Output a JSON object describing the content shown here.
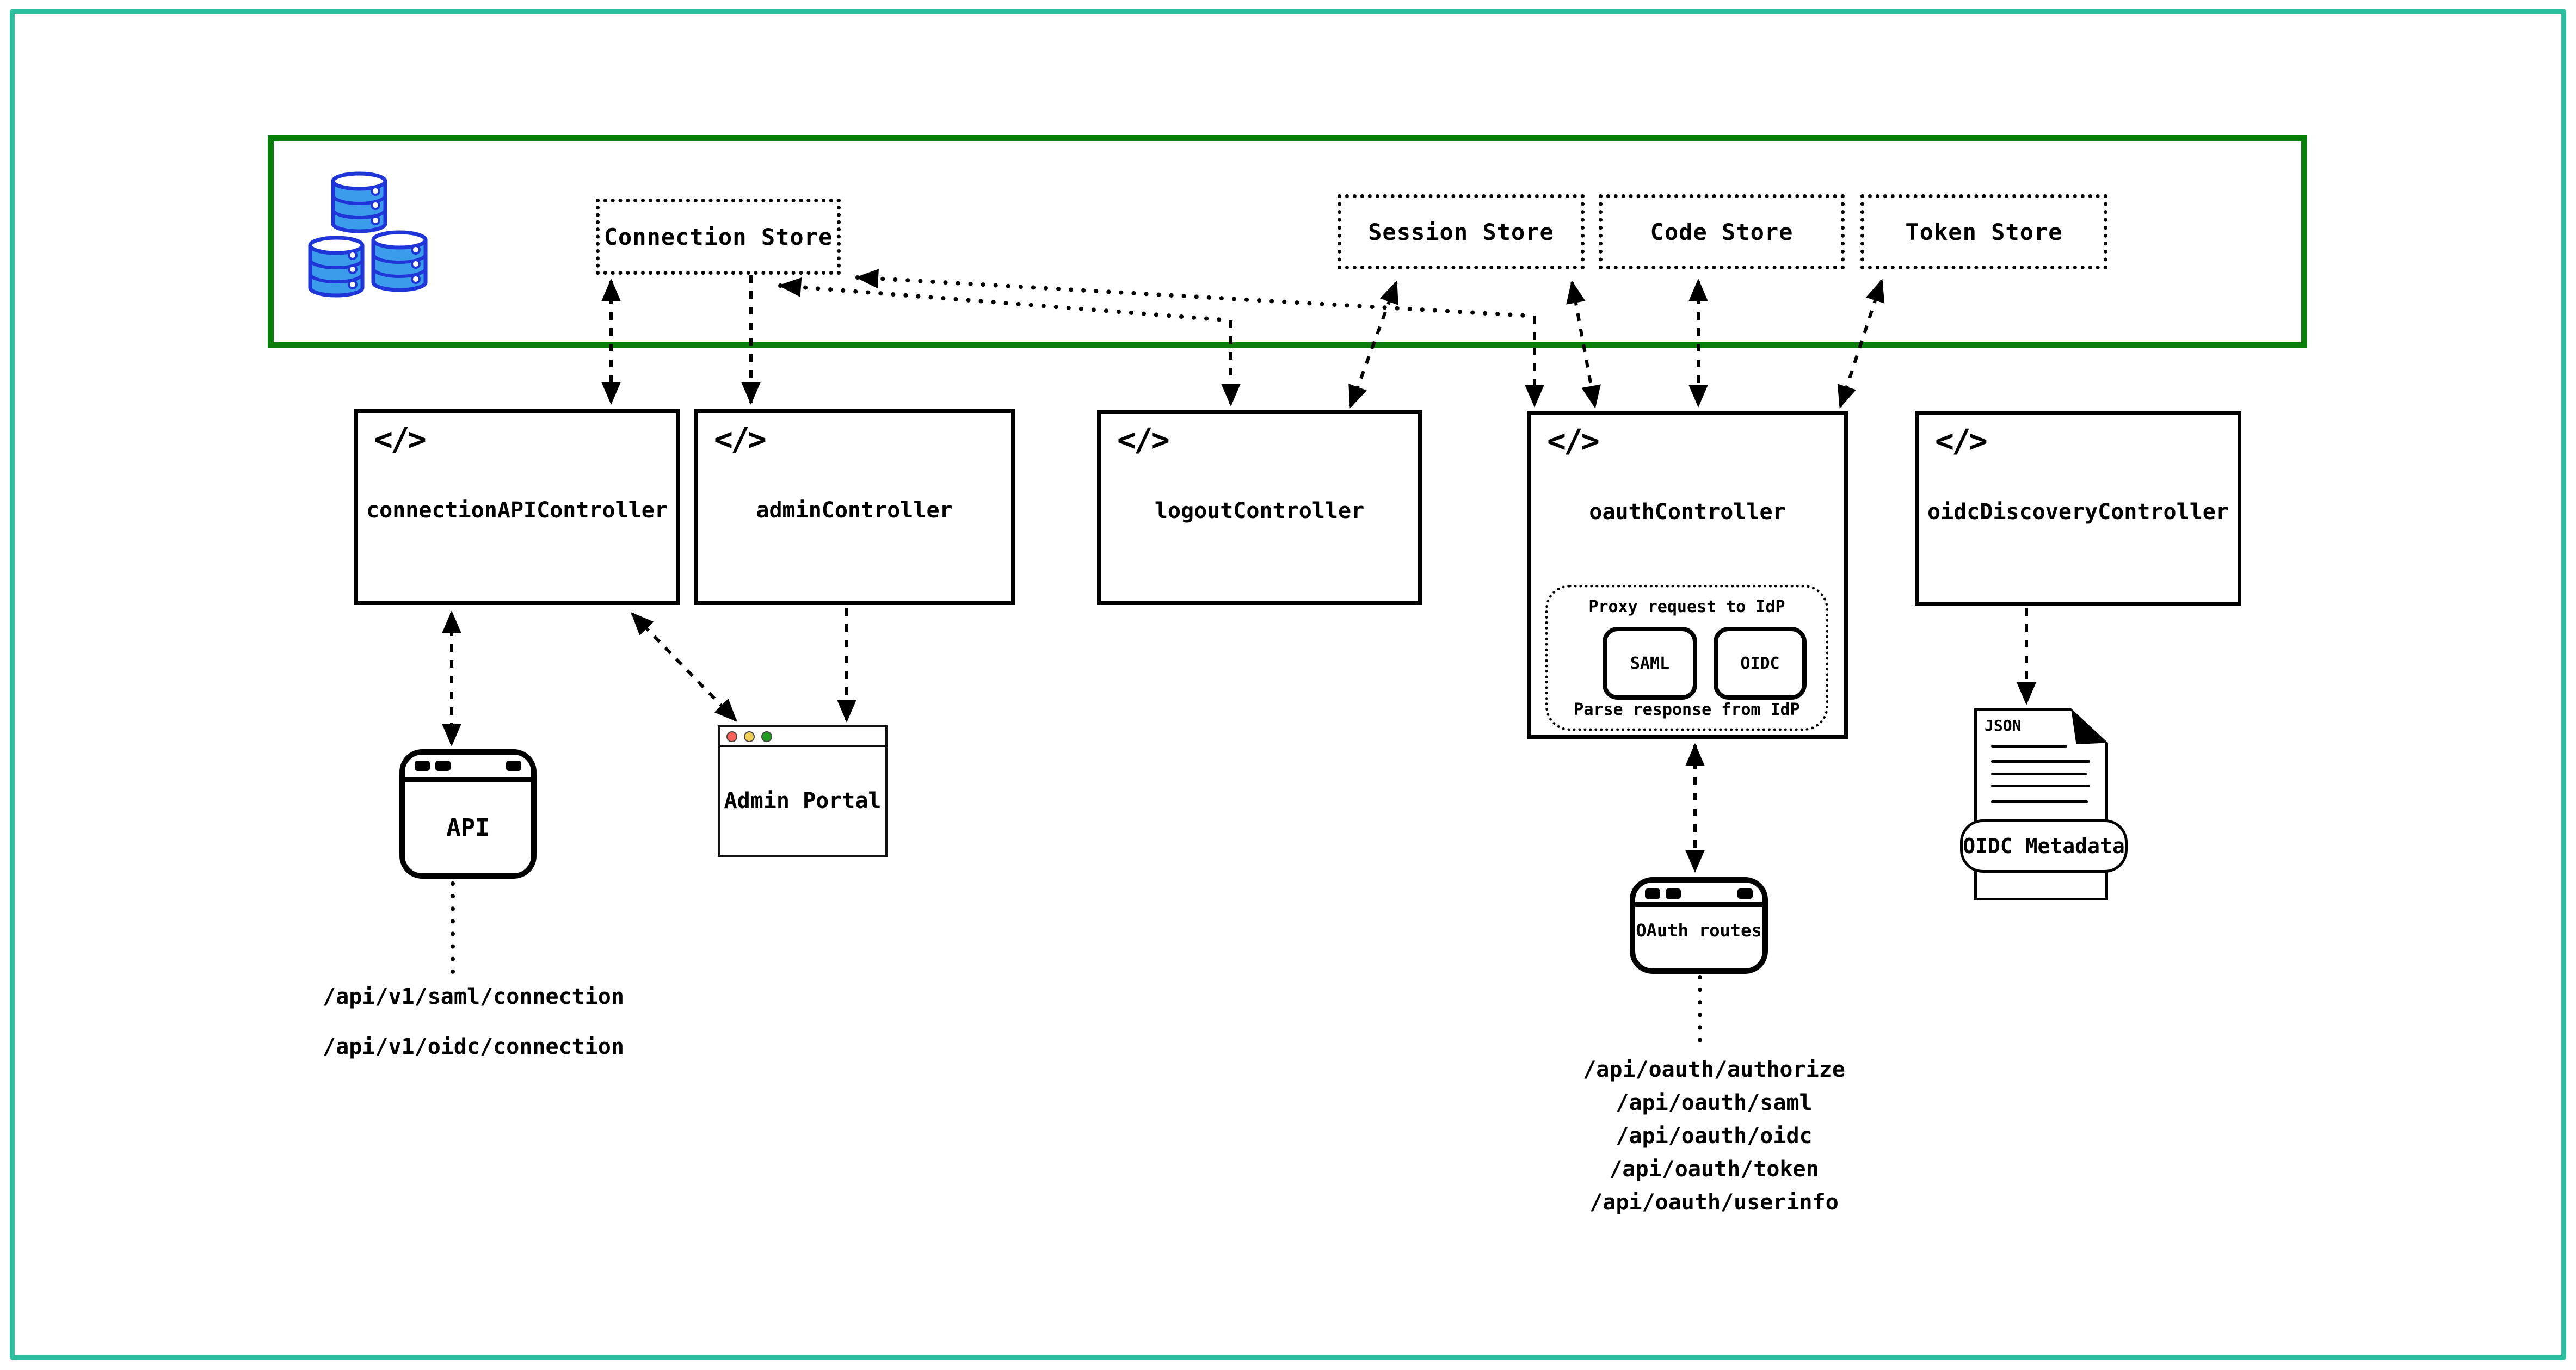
{
  "diagram": {
    "data_layer": {
      "stores": [
        {
          "label": "Connection Store"
        },
        {
          "label": "Session Store"
        },
        {
          "label": "Code Store"
        },
        {
          "label": "Token Store"
        }
      ]
    },
    "controllers": [
      {
        "label": "connectionAPIController"
      },
      {
        "label": "adminController"
      },
      {
        "label": "logoutController"
      },
      {
        "label": "oauthController"
      },
      {
        "label": "oidcDiscoveryController"
      }
    ],
    "idp_proxy": {
      "top_label": "Proxy request to IdP",
      "bottom_label": "Parse response from IdP",
      "protocols": [
        "SAML",
        "OIDC"
      ]
    },
    "clients": {
      "api": {
        "label": "API",
        "routes": [
          "/api/v1/saml/connection",
          "/api/v1/oidc/connection"
        ]
      },
      "admin_portal": {
        "label": "Admin Portal"
      },
      "oauth_routes": {
        "label": "OAuth routes",
        "routes": [
          "/api/oauth/authorize",
          "/api/oauth/saml",
          "/api/oauth/oidc",
          "/api/oauth/token",
          "/api/oauth/userinfo"
        ]
      },
      "oidc_metadata": {
        "file_type": "JSON",
        "label": "OIDC Metadata"
      }
    },
    "icons": {
      "code_glyph": "</>"
    },
    "colors": {
      "frame": "#2cbf9f",
      "data_boundary": "#0a7d0a",
      "line": "#000000",
      "db_fill": "#3b9ceb",
      "db_stroke": "#1f35d8",
      "traffic_red": "#f8605a",
      "traffic_yellow": "#f0ce56",
      "traffic_green": "#219a21"
    }
  }
}
